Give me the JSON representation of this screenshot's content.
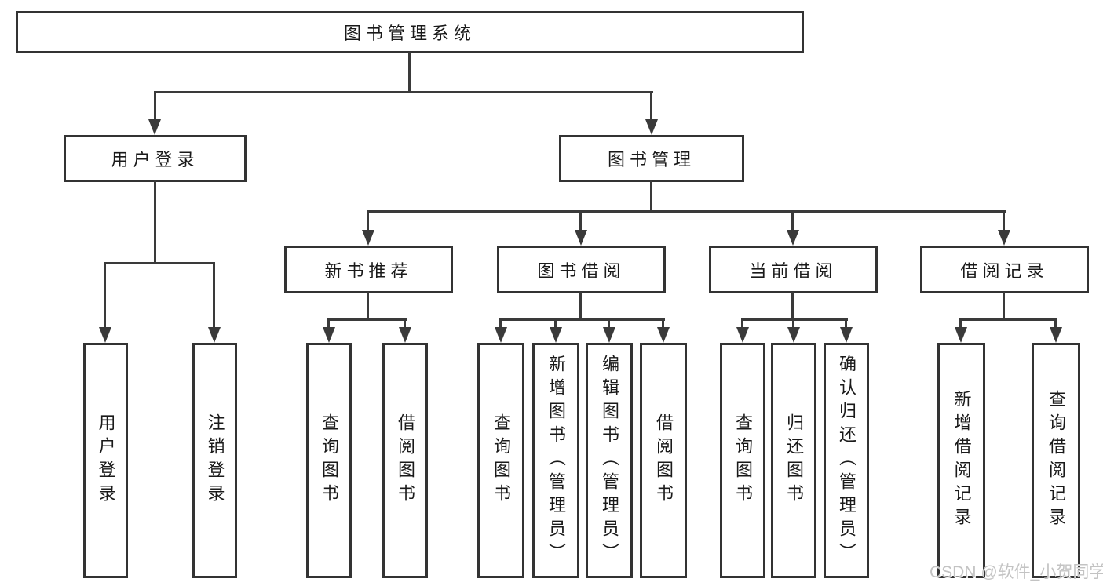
{
  "diagram_type": "function-structure-tree",
  "colors": {
    "background": "#ffffff",
    "box_border": "#333333",
    "line": "#3a3a3a",
    "text": "#1a1a1a",
    "watermark": "#c3c3c3"
  },
  "tree": {
    "root": "图书管理系统",
    "children": [
      {
        "label": "用户登录",
        "children": [
          "用户登录",
          "注销登录"
        ]
      },
      {
        "label": "图书管理",
        "children": [
          {
            "label": "新书推荐",
            "children": [
              "查询图书",
              "借阅图书"
            ]
          },
          {
            "label": "图书借阅",
            "children": [
              "查询图书",
              "新增图书（管理员）",
              "编辑图书（管理员）",
              "借阅图书"
            ]
          },
          {
            "label": "当前借阅",
            "children": [
              "查询图书",
              "归还图书",
              "确认归还（管理员）"
            ]
          },
          {
            "label": "借阅记录",
            "children": [
              "新增借阅记录",
              "查询借阅记录"
            ]
          }
        ]
      }
    ]
  },
  "watermark": {
    "text": "CSDN @软件_小贺同学"
  }
}
